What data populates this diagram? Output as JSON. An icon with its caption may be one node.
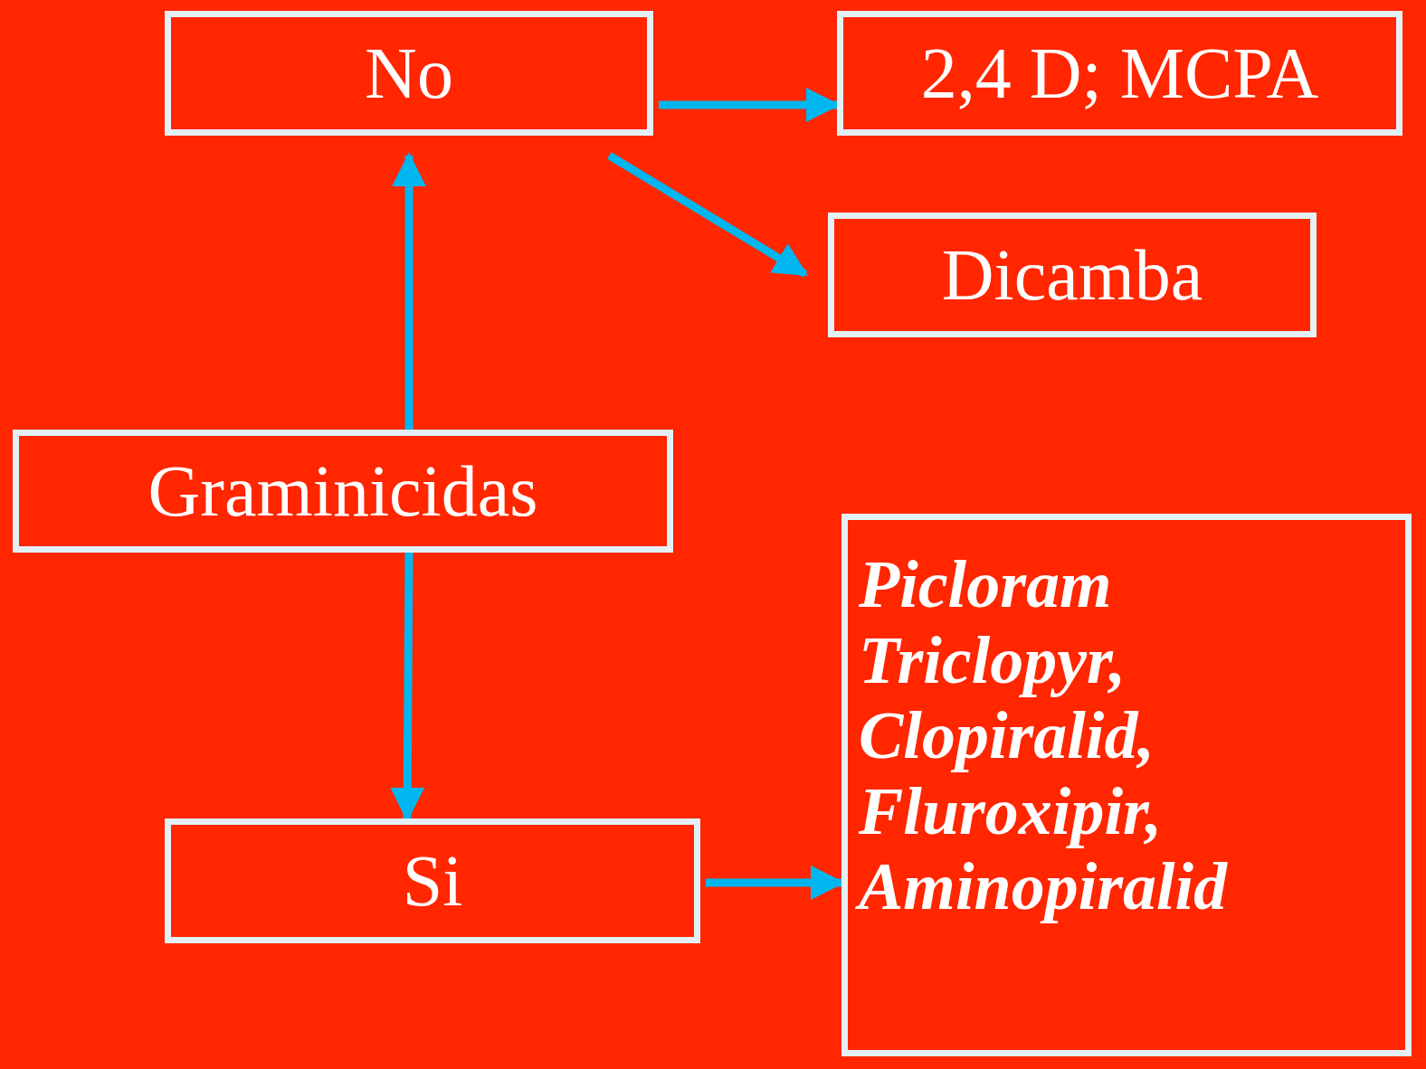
{
  "diagram": {
    "nodes": [
      {
        "text": [
          "No"
        ]
      },
      {
        "text": [
          "2,4 D; MCPA"
        ]
      },
      {
        "text": [
          "Dicamba"
        ]
      },
      {
        "text": [
          "Graminicidas"
        ]
      },
      {
        "text": [
          "Si"
        ]
      },
      {
        "text": [
          "Picloram Triclopyr, Clopiralid, Fluroxipir, Aminopiralid"
        ]
      }
    ],
    "edges": [
      {
        "from": 3,
        "to": 0,
        "arrow": "to"
      },
      {
        "from": 0,
        "to": 1,
        "arrow": "to"
      },
      {
        "from": 0,
        "to": 2,
        "arrow": "to"
      },
      {
        "from": 3,
        "to": 4,
        "arrow": "to"
      },
      {
        "from": 4,
        "to": 5,
        "arrow": "to"
      }
    ]
  }
}
